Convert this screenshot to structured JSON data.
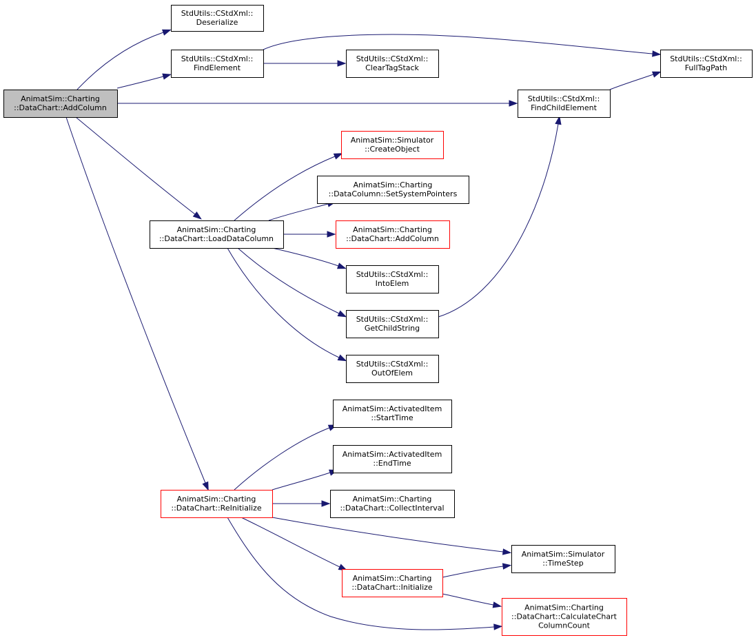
{
  "colors": {
    "edge": "#191970",
    "box_border_normal": "#000000",
    "box_border_truncated": "#ff0000",
    "root_fill": "#bfbfbf",
    "box_fill": "#ffffff"
  },
  "nodes": [
    {
      "id": "root",
      "lines": [
        "AnimatSim::Charting",
        "::DataChart::AddColumn"
      ],
      "style": "root"
    },
    {
      "id": "deserialize",
      "lines": [
        "StdUtils::CStdXml::",
        "Deserialize"
      ],
      "style": "normal"
    },
    {
      "id": "findelement",
      "lines": [
        "StdUtils::CStdXml::",
        "FindElement"
      ],
      "style": "normal"
    },
    {
      "id": "cleartagstack",
      "lines": [
        "StdUtils::CStdXml::",
        "ClearTagStack"
      ],
      "style": "normal"
    },
    {
      "id": "fulltagpath",
      "lines": [
        "StdUtils::CStdXml::",
        "FullTagPath"
      ],
      "style": "normal"
    },
    {
      "id": "findchildelement",
      "lines": [
        "StdUtils::CStdXml::",
        "FindChildElement"
      ],
      "style": "normal"
    },
    {
      "id": "createobject",
      "lines": [
        "AnimatSim::Simulator",
        "::CreateObject"
      ],
      "style": "truncated"
    },
    {
      "id": "setsystempointers",
      "lines": [
        "AnimatSim::Charting",
        "::DataColumn::SetSystemPointers"
      ],
      "style": "normal"
    },
    {
      "id": "loaddatacolumn",
      "lines": [
        "AnimatSim::Charting",
        "::DataChart::LoadDataColumn"
      ],
      "style": "normal"
    },
    {
      "id": "addcolumn2",
      "lines": [
        "AnimatSim::Charting",
        "::DataChart::AddColumn"
      ],
      "style": "truncated"
    },
    {
      "id": "intoelem",
      "lines": [
        "StdUtils::CStdXml::",
        "IntoElem"
      ],
      "style": "normal"
    },
    {
      "id": "getchildstring",
      "lines": [
        "StdUtils::CStdXml::",
        "GetChildString"
      ],
      "style": "normal"
    },
    {
      "id": "outofelem",
      "lines": [
        "StdUtils::CStdXml::",
        "OutOfElem"
      ],
      "style": "normal"
    },
    {
      "id": "starttime",
      "lines": [
        "AnimatSim::ActivatedItem",
        "::StartTime"
      ],
      "style": "normal"
    },
    {
      "id": "endtime",
      "lines": [
        "AnimatSim::ActivatedItem",
        "::EndTime"
      ],
      "style": "normal"
    },
    {
      "id": "collectinterval",
      "lines": [
        "AnimatSim::Charting",
        "::DataChart::CollectInterval"
      ],
      "style": "normal"
    },
    {
      "id": "reinitialize",
      "lines": [
        "AnimatSim::Charting",
        "::DataChart::ReInitialize"
      ],
      "style": "truncated"
    },
    {
      "id": "timestep",
      "lines": [
        "AnimatSim::Simulator",
        "::TimeStep"
      ],
      "style": "normal"
    },
    {
      "id": "initialize",
      "lines": [
        "AnimatSim::Charting",
        "::DataChart::Initialize"
      ],
      "style": "truncated"
    },
    {
      "id": "calculatechartcolumncount",
      "lines": [
        "AnimatSim::Charting",
        "::DataChart::CalculateChart",
        "ColumnCount"
      ],
      "style": "truncated"
    }
  ],
  "edges": [
    {
      "from": "root",
      "to": "deserialize"
    },
    {
      "from": "root",
      "to": "findelement"
    },
    {
      "from": "findelement",
      "to": "cleartagstack"
    },
    {
      "from": "findelement",
      "to": "fulltagpath"
    },
    {
      "from": "root",
      "to": "findchildelement"
    },
    {
      "from": "findchildelement",
      "to": "fulltagpath"
    },
    {
      "from": "root",
      "to": "loaddatacolumn"
    },
    {
      "from": "loaddatacolumn",
      "to": "createobject"
    },
    {
      "from": "loaddatacolumn",
      "to": "setsystempointers"
    },
    {
      "from": "loaddatacolumn",
      "to": "addcolumn2"
    },
    {
      "from": "loaddatacolumn",
      "to": "intoelem"
    },
    {
      "from": "loaddatacolumn",
      "to": "getchildstring"
    },
    {
      "from": "loaddatacolumn",
      "to": "outofelem"
    },
    {
      "from": "getchildstring",
      "to": "findchildelement"
    },
    {
      "from": "root",
      "to": "reinitialize"
    },
    {
      "from": "reinitialize",
      "to": "starttime"
    },
    {
      "from": "reinitialize",
      "to": "endtime"
    },
    {
      "from": "reinitialize",
      "to": "collectinterval"
    },
    {
      "from": "reinitialize",
      "to": "timestep"
    },
    {
      "from": "reinitialize",
      "to": "initialize"
    },
    {
      "from": "reinitialize",
      "to": "calculatechartcolumncount"
    },
    {
      "from": "initialize",
      "to": "timestep"
    },
    {
      "from": "initialize",
      "to": "calculatechartcolumncount"
    }
  ]
}
